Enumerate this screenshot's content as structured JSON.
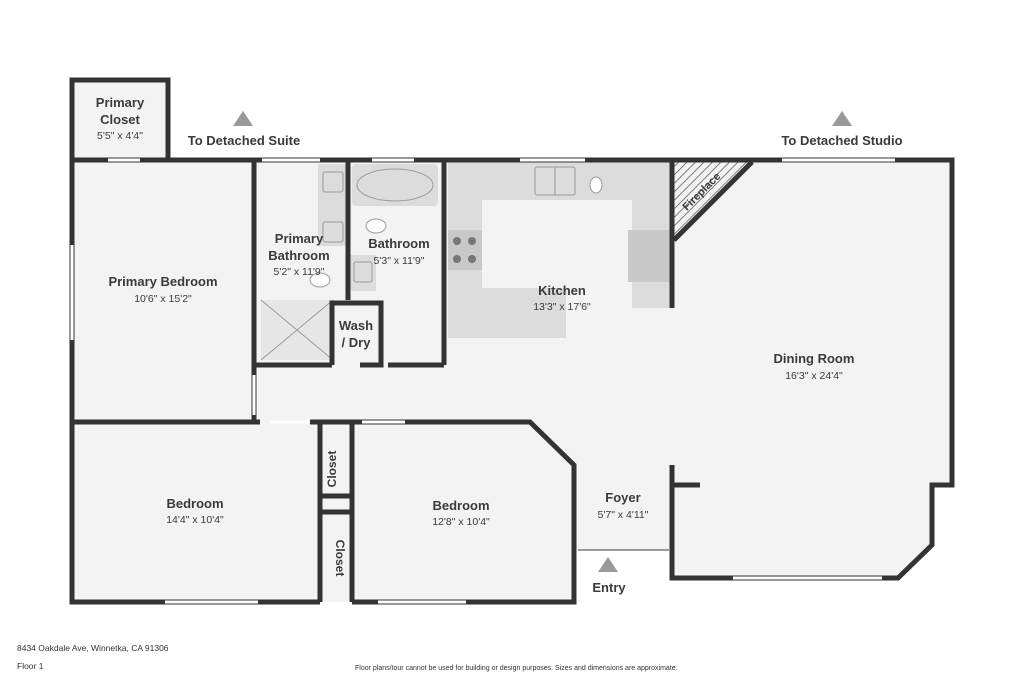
{
  "rooms": {
    "primary_closet": {
      "name_line1": "Primary",
      "name_line2": "Closet",
      "dims": "5'5\" x 4'4\""
    },
    "primary_bedroom": {
      "name": "Primary Bedroom",
      "dims": "10'6\" x 15'2\""
    },
    "primary_bathroom": {
      "name_line1": "Primary",
      "name_line2": "Bathroom",
      "dims": "5'2\" x 11'9\""
    },
    "bathroom": {
      "name": "Bathroom",
      "dims": "5'3\" x 11'9\""
    },
    "wash_dry": {
      "name_line1": "Wash",
      "name_line2": "/ Dry"
    },
    "kitchen": {
      "name": "Kitchen",
      "dims": "13'3\" x 17'6\""
    },
    "fireplace": {
      "name": "Fireplace"
    },
    "dining_room": {
      "name": "Dining Room",
      "dims": "16'3\" x 24'4\""
    },
    "bedroom_left": {
      "name": "Bedroom",
      "dims": "14'4\" x 10'4\""
    },
    "closet_top": {
      "name": "Closet"
    },
    "closet_bottom": {
      "name": "Closet"
    },
    "bedroom_middle": {
      "name": "Bedroom",
      "dims": "12'8\" x 10'4\""
    },
    "foyer": {
      "name": "Foyer",
      "dims": "5'7\" x 4'11\""
    }
  },
  "labels": {
    "detached_suite": "To Detached Suite",
    "detached_studio": "To Detached Studio",
    "entry": "Entry"
  },
  "footer": {
    "address": "8434 Oakdale Ave, Winnetka, CA 91306",
    "floor": "Floor 1",
    "disclaimer": "Floor plans/tour cannot be used for building or design purposes. Sizes and dimensions are approximate."
  },
  "colors": {
    "wall": "#333333",
    "floor": "#f3f3f3",
    "fixture": "#dcdcdc",
    "label": "#3a3a3a"
  }
}
